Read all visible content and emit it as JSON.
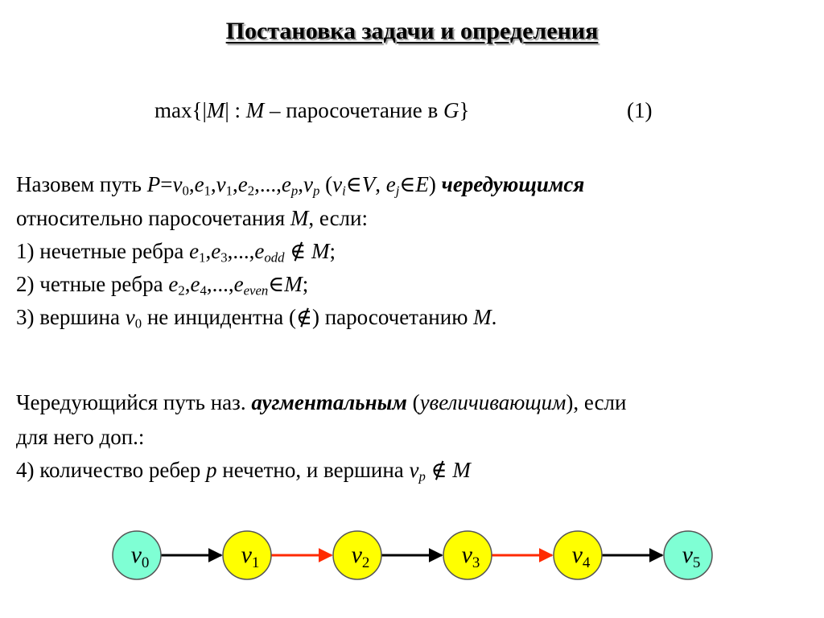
{
  "title": "Постановка задачи и определения",
  "formula": {
    "prefix": "max{|",
    "M": "M",
    "mid": "| : ",
    "M2": "M",
    "text": " – паросочетание в ",
    "G": "G",
    "suffix": "}",
    "number": "(1)"
  },
  "definition": {
    "intro_start": "Назовем путь ",
    "intro_term": "чередующимся",
    "line2": "относительно паросочетания ",
    "line2_M": "M",
    "line2_end": ", если:",
    "item1_prefix": "1) нечетные ребра ",
    "item1_suffix": ";",
    "item2_prefix": "2) четные ребра ",
    "item2_suffix": ";",
    "item3_prefix": "3) вершина ",
    "item3_middle": " не инцидентна (",
    "item3_end": ") паросочетанию ",
    "item3_M": "M",
    "item3_dot": "."
  },
  "augmenting": {
    "line1_start": "Чередующийся путь наз. ",
    "term": "аугментальным",
    "paren_open": " (",
    "alt_term": "увеличивающим",
    "line1_end": "), если",
    "line2": "для него доп.:",
    "item4_prefix": "4) количество ребер ",
    "p": "p",
    "item4_middle": " нечетно, и вершина ",
    "item4_M": "M"
  },
  "path_diagram": {
    "vertices": [
      {
        "label": "v",
        "sub": "0",
        "fill": "#7fffd4"
      },
      {
        "label": "v",
        "sub": "1",
        "fill": "#ffff00"
      },
      {
        "label": "v",
        "sub": "2",
        "fill": "#ffff00"
      },
      {
        "label": "v",
        "sub": "3",
        "fill": "#ffff00"
      },
      {
        "label": "v",
        "sub": "4",
        "fill": "#ffff00"
      },
      {
        "label": "v",
        "sub": "5",
        "fill": "#7fffd4"
      }
    ],
    "edges": [
      {
        "color": "#000000",
        "matched": false
      },
      {
        "color": "#ff2a00",
        "matched": true
      },
      {
        "color": "#000000",
        "matched": false
      },
      {
        "color": "#ff2a00",
        "matched": true
      },
      {
        "color": "#000000",
        "matched": false
      }
    ],
    "colors": {
      "endpoint": "#7fffd4",
      "inner": "#ffff00",
      "matched_edge": "#ff2a00",
      "unmatched_edge": "#000000"
    }
  }
}
